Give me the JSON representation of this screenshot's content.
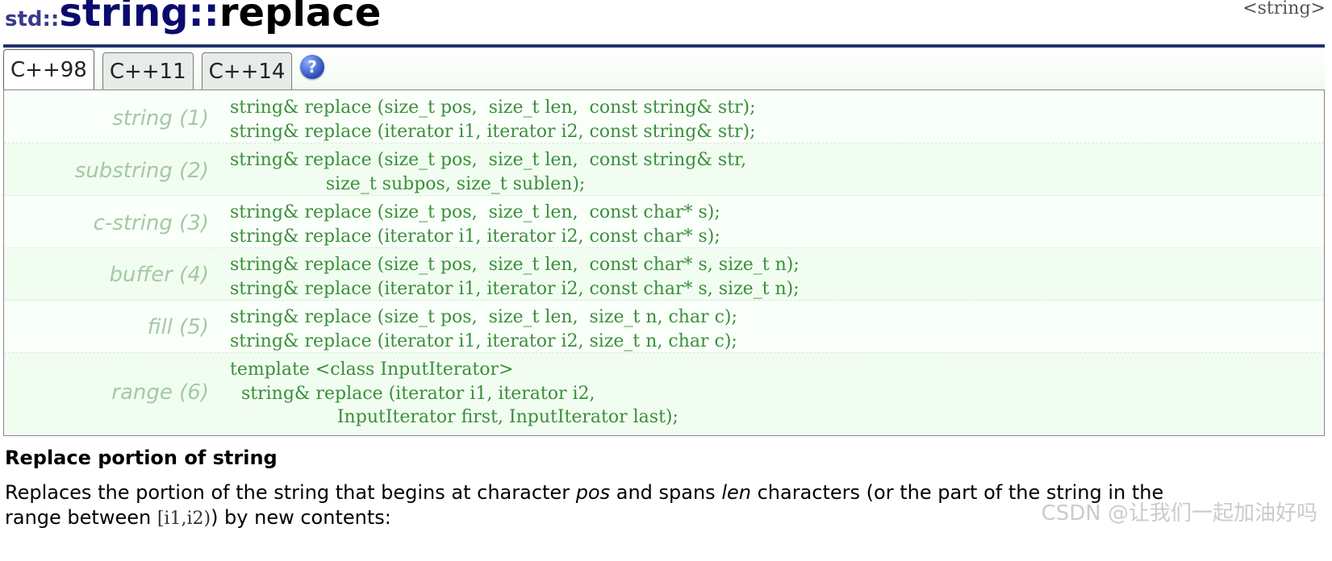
{
  "header": {
    "namespace": "std::",
    "class_name": "string",
    "separator": "::",
    "function_name": "replace",
    "header_tag": "<string>"
  },
  "tabs": [
    {
      "label": "C++98",
      "active": true
    },
    {
      "label": "C++11",
      "active": false
    },
    {
      "label": "C++14",
      "active": false
    }
  ],
  "help_icon": {
    "glyph": "?",
    "icon": "help-icon"
  },
  "prototypes": [
    {
      "label": "string (1)",
      "code": "string& replace (size_t pos,  size_t len,  const string& str);\nstring& replace (iterator i1, iterator i2, const string& str);"
    },
    {
      "label": "substring (2)",
      "code": "string& replace (size_t pos,  size_t len,  const string& str,\n                 size_t subpos, size_t sublen);"
    },
    {
      "label": "c-string (3)",
      "code": "string& replace (size_t pos,  size_t len,  const char* s);\nstring& replace (iterator i1, iterator i2, const char* s);"
    },
    {
      "label": "buffer (4)",
      "code": "string& replace (size_t pos,  size_t len,  const char* s, size_t n);\nstring& replace (iterator i1, iterator i2, const char* s, size_t n);"
    },
    {
      "label": "fill (5)",
      "code": "string& replace (size_t pos,  size_t len,  size_t n, char c);\nstring& replace (iterator i1, iterator i2, size_t n, char c);"
    },
    {
      "label": "range (6)",
      "code": "template <class InputIterator>\n  string& replace (iterator i1, iterator i2,\n                   InputIterator first, InputIterator last);"
    }
  ],
  "description": {
    "title": "Replace portion of string",
    "line1_a": "Replaces the portion of the string that begins at character ",
    "line1_pos": "pos",
    "line1_b": " and spans ",
    "line1_len": "len",
    "line1_c": " characters (or the part of the string in the",
    "line2_a": "range between ",
    "line2_range": "[i1,i2)",
    "line2_b": ") by new contents:"
  },
  "watermark": "CSDN @让我们一起加油好吗"
}
